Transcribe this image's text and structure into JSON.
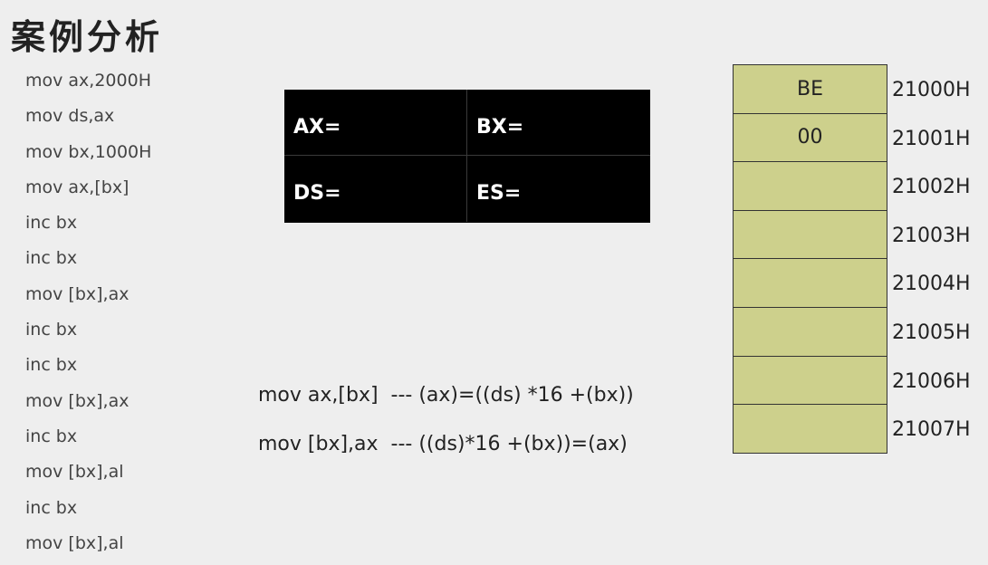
{
  "title": "案例分析",
  "code_lines": [
    "mov ax,2000H",
    "mov ds,ax",
    "mov bx,1000H",
    "mov ax,[bx]",
    "inc bx",
    "inc bx",
    "mov [bx],ax",
    "inc bx",
    "inc bx",
    "mov [bx],ax",
    "inc bx",
    "mov [bx],al",
    "inc bx",
    "mov [bx],al"
  ],
  "registers": {
    "ax_label": "AX=",
    "bx_label": "BX=",
    "ds_label": "DS=",
    "es_label": "ES="
  },
  "formulas": [
    "mov ax,[bx]  --- (ax)=((ds) *16 +(bx))",
    "mov [bx],ax  --- ((ds)*16 +(bx))=(ax)"
  ],
  "memory": [
    {
      "value": "BE",
      "address": "21000H"
    },
    {
      "value": "00",
      "address": "21001H"
    },
    {
      "value": "",
      "address": "21002H"
    },
    {
      "value": "",
      "address": "21003H"
    },
    {
      "value": "",
      "address": "21004H"
    },
    {
      "value": "",
      "address": "21005H"
    },
    {
      "value": "",
      "address": "21006H"
    },
    {
      "value": "",
      "address": "21007H"
    }
  ],
  "colors": {
    "memory_cell": "#cdd08c",
    "register_panel": "#000000",
    "background": "#eeeeee"
  }
}
